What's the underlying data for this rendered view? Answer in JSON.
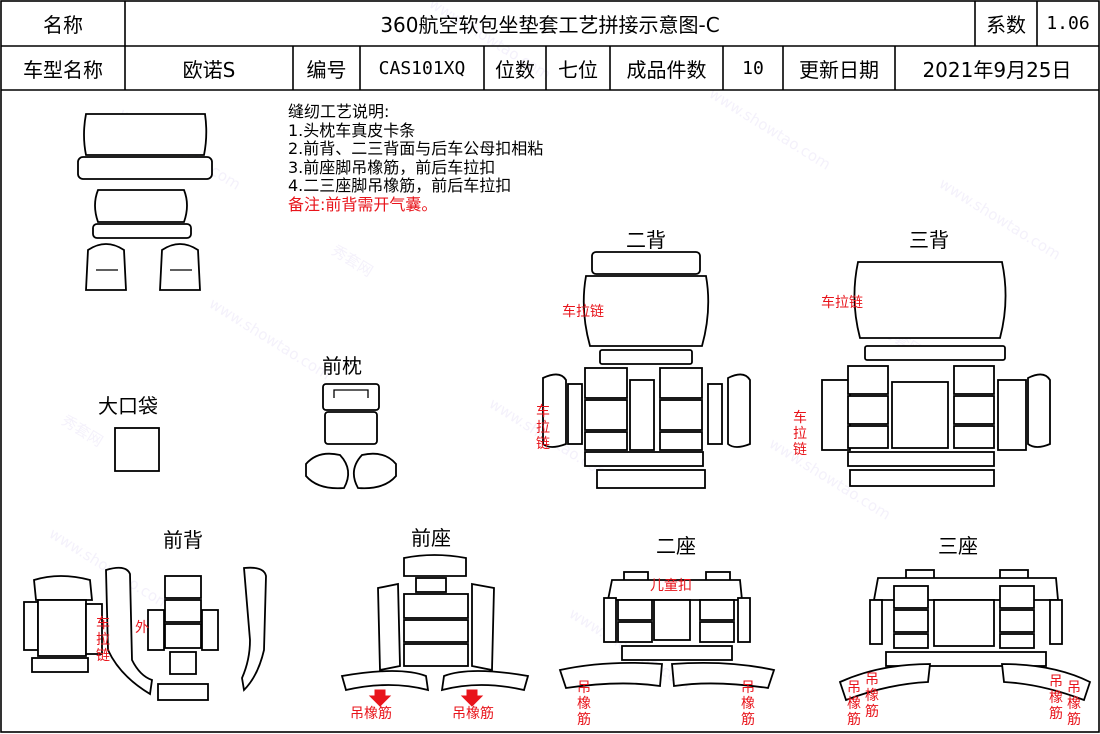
{
  "header": {
    "name_label": "名称",
    "title": "360航空软包坐垫套工艺拼接示意图-C",
    "coef_label": "系数",
    "coef_value": "1.06",
    "model_label": "车型名称",
    "model_value": "欧诺S",
    "code_label": "编号",
    "code_value": "CAS101XQ",
    "seats_label": "位数",
    "seats_value": "七位",
    "pieces_label": "成品件数",
    "pieces_value": "10",
    "date_label": "更新日期",
    "date_value": "2021年9月25日"
  },
  "notes": {
    "heading": "缝纫工艺说明:",
    "items": [
      "1.头枕车真皮卡条",
      "2.前背、二三背面与后车公母扣相粘",
      "3.前座脚吊橡筋，前后车拉扣",
      "4.二三座脚吊橡筋，前后车拉扣"
    ],
    "remark": "备注:前背需开气囊。"
  },
  "sections": {
    "big_pocket": "大口袋",
    "front_pillow": "前枕",
    "second_back": "二背",
    "third_back": "三背",
    "front_back": "前背",
    "front_seat": "前座",
    "second_seat": "二座",
    "third_seat": "三座"
  },
  "annotations": {
    "zipper": "车拉链",
    "outer": "外",
    "child_lock": "儿童扣",
    "elastic": "吊橡筋"
  },
  "watermark": {
    "brand": "秀套网",
    "url": "www.showtao.com"
  },
  "colors": {
    "annotation_red": "#e8141b",
    "line": "#000000"
  }
}
